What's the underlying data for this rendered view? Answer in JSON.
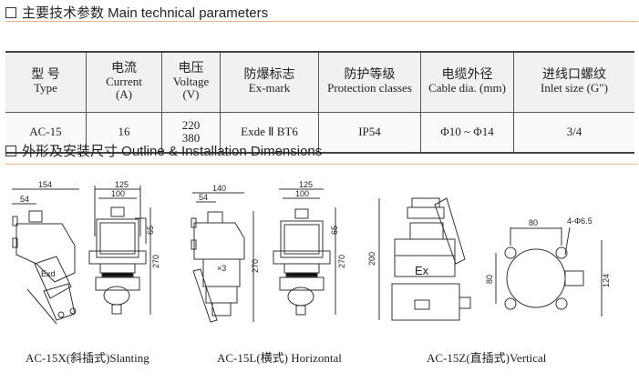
{
  "section1": {
    "title": "主要技术参数 Main technical parameters"
  },
  "table": {
    "headers": [
      {
        "zh": "型 号",
        "en": "Type"
      },
      {
        "zh": "电流",
        "en": "Current",
        "unit": "(A)"
      },
      {
        "zh": "电压",
        "en": "Voltage",
        "unit": "(V)"
      },
      {
        "zh": "防爆标志",
        "en": "Ex-mark"
      },
      {
        "zh": "防护等级",
        "en": "Protection classes"
      },
      {
        "zh": "电缆外径",
        "en": "Cable dia. (mm)"
      },
      {
        "zh": "进线口螺纹",
        "en": "Inlet size (G\")"
      }
    ],
    "row": {
      "type": "AC-15",
      "current": "16",
      "voltage1": "220",
      "voltage2": "380",
      "exmark": "Exde Ⅱ BT6",
      "protection": "IP54",
      "cable": "Φ10 ~ Φ14",
      "inlet": "3/4"
    }
  },
  "section2": {
    "title": "外形及安装尺寸 Outline & Installation Dimensions"
  },
  "drawings": {
    "slanting": {
      "caption": "AC-15X(斜插式)Slanting",
      "w1": "154",
      "w2": "54",
      "marking": "Exd"
    },
    "slanting_front": {
      "w1": "125",
      "w2": "100",
      "h1": "65",
      "h2": "270"
    },
    "horizontal": {
      "caption": "AC-15L(横式) Horizontal",
      "w1": "140",
      "w2": "54",
      "marking": "×3"
    },
    "horizontal_front": {
      "w1": "125",
      "w2": "100",
      "h1": "65",
      "h2": "270"
    },
    "vertical": {
      "caption": "AC-15Z(直插式)Vertical",
      "h": "200",
      "marking": "Ex"
    },
    "vertical_top": {
      "w": "80",
      "holes": "4-Φ6.5",
      "h1": "80",
      "h2": "124"
    }
  }
}
